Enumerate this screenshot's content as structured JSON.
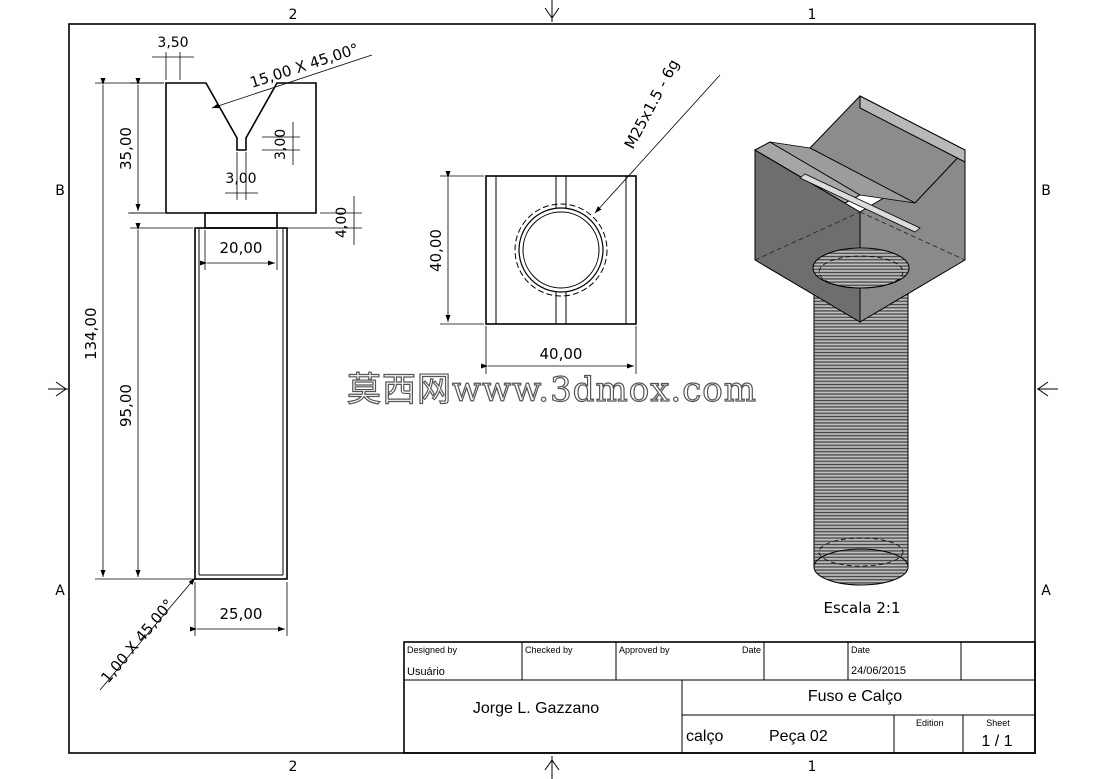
{
  "border": {
    "columns_top": [
      "2",
      "1"
    ],
    "columns_bottom": [
      "2",
      "1"
    ],
    "rows_left": [
      "B",
      "A"
    ],
    "rows_right": [
      "B",
      "A"
    ]
  },
  "side_view": {
    "dims": {
      "notch_width": "3,50",
      "chamfer_top": "15,00 X 45,00°",
      "notch_bottom": "3,00",
      "notch_depth": "3,00",
      "head_height": "35,00",
      "overall_length": "134,00",
      "shaft_length": "95,00",
      "collar_height": "4,00",
      "collar_width": "20,00",
      "shaft_width": "25,00",
      "chamfer_bottom": "1,00 X 45,00°"
    }
  },
  "top_view": {
    "dims": {
      "thread": "M25x1.5 - 6g",
      "height": "40,00",
      "width": "40,00"
    }
  },
  "iso_view": {
    "scale_label": "Escala 2:1"
  },
  "watermark": "莫西网www.3dmox.com",
  "title_block": {
    "designed_by_label": "Designed by",
    "designed_by_value": "Usuário",
    "checked_by_label": "Checked by",
    "approved_by_label": "Approved by",
    "date_label_1": "Date",
    "date_label_2": "Date",
    "date_value": "24/06/2015",
    "author": "Jorge L. Gazzano",
    "title": "Fuso e Calço",
    "part_name": "calço",
    "part_number": "Peça 02",
    "edition_label": "Edition",
    "sheet_label": "Sheet",
    "sheet_value": "1 / 1"
  },
  "colors": {
    "line": "#000000",
    "iso_light": "#b8b8b8",
    "iso_mid": "#8a8a8a",
    "iso_dark": "#6e6e6e"
  }
}
